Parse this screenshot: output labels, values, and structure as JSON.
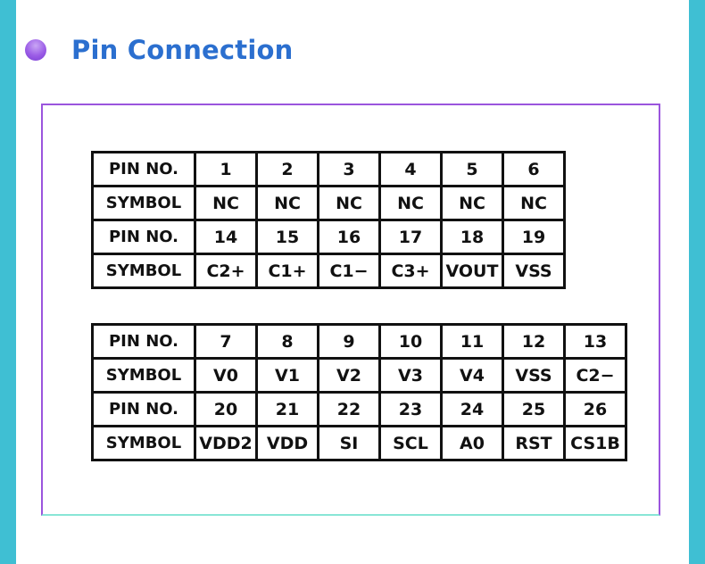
{
  "section": {
    "title": "Pin Connection"
  },
  "row_labels": {
    "pin_no": "PIN NO.",
    "symbol": "SYMBOL"
  },
  "table_a": {
    "rows": [
      {
        "pins": [
          "1",
          "2",
          "3",
          "4",
          "5",
          "6"
        ],
        "symbols": [
          "NC",
          "NC",
          "NC",
          "NC",
          "NC",
          "NC"
        ]
      },
      {
        "pins": [
          "14",
          "15",
          "16",
          "17",
          "18",
          "19"
        ],
        "symbols": [
          "C2+",
          "C1+",
          "C1−",
          "C3+",
          "VOUT",
          "VSS"
        ]
      }
    ]
  },
  "table_b": {
    "rows": [
      {
        "pins": [
          "7",
          "8",
          "9",
          "10",
          "11",
          "12",
          "13"
        ],
        "symbols": [
          "V0",
          "V1",
          "V2",
          "V3",
          "V4",
          "VSS",
          "C2−"
        ]
      },
      {
        "pins": [
          "20",
          "21",
          "22",
          "23",
          "24",
          "25",
          "26"
        ],
        "symbols": [
          "VDD2",
          "VDD",
          "SI",
          "SCL",
          "A0",
          "RST",
          "CS1B"
        ]
      }
    ]
  },
  "colors": {
    "frame": "#3fbfd3",
    "title": "#2b6fcf",
    "panel_border": "#9b55dd",
    "dot": "#9b5ce6"
  }
}
